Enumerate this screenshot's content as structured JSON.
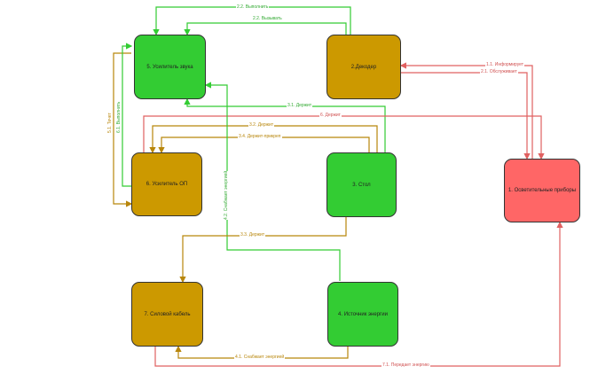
{
  "colors": {
    "green": "#33cc33",
    "gold": "#cc9900",
    "red": "#ff6666",
    "green_line": "#33cc33",
    "gold_line": "#b8860b",
    "red_line": "#e06060"
  },
  "nodes": {
    "n5": "5. Усилитель звука",
    "n2": "2.Декодер",
    "n1": "1. Осветительные приборы",
    "n6": "6. Усилитель ОП",
    "n3": "3. Стол",
    "n7": "7. Силовой кабель",
    "n4": "4. Источник энергии"
  },
  "edges": {
    "e22_top": "2.2. Выполнить",
    "e22b": "2.2. Вызывать",
    "e11": "1.1. Информирует",
    "e21": "2.1. Обслуживает",
    "e31": "3.1. Держит",
    "e6": "6. Держит",
    "e32": "3.2. Держит",
    "e34": "3.4. Держит-прикреп",
    "e33": "3.3. Держит",
    "e41": "4.1. Снабжает энергией",
    "e71": "7.1. Передает энергию",
    "v51": "5.1. Течет",
    "v61": "6.1. Выполнить",
    "v42": "4.2. Снабжает энергией"
  }
}
